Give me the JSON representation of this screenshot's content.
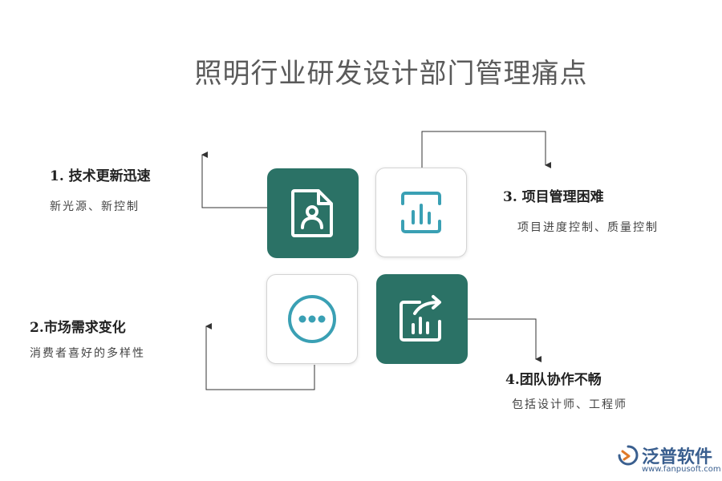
{
  "title": "照明行业研发设计部门管理痛点",
  "items": [
    {
      "title": "1.  技术更新迅速",
      "desc": "新光源、新控制"
    },
    {
      "title": "2.市场需求变化",
      "desc": "消费者喜好的多样性"
    },
    {
      "title": "3.  项目管理困难",
      "desc": "项目进度控制、质量控制"
    },
    {
      "title": "4.团队协作不畅",
      "desc": "包括设计师、工程师"
    }
  ],
  "icons": [
    "document-user-icon",
    "bar-chart-frame-icon",
    "more-dots-icon",
    "chart-export-icon"
  ],
  "colors": {
    "dark_tile": "#2b7266",
    "icon_teal": "#3aa0b4",
    "logo_blue": "#3a5f8f"
  },
  "logo": {
    "name": "泛普软件",
    "url": "www.fanpusoft.com"
  }
}
